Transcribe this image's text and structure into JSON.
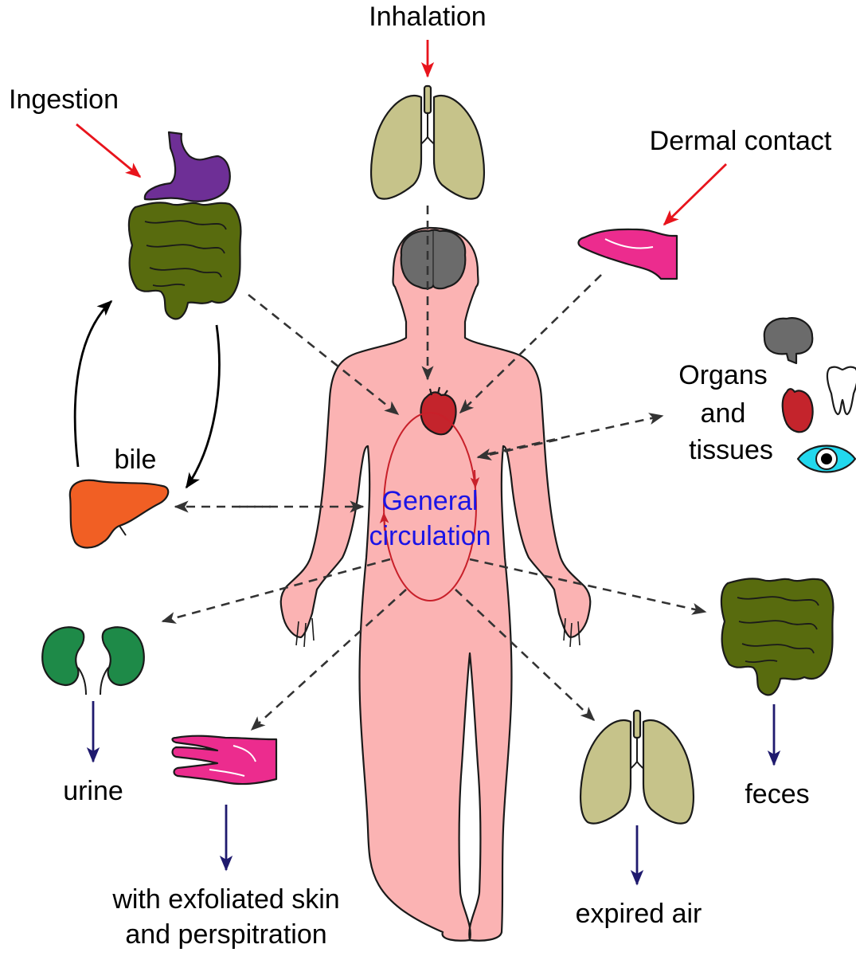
{
  "labels": {
    "inhalation": "Inhalation",
    "ingestion": "Ingestion",
    "dermal_contact": "Dermal contact",
    "organs_line1": "Organs",
    "organs_line2": "and",
    "organs_line3": "tissues",
    "bile": "bile",
    "general_line1": "General",
    "general_line2": "circulation",
    "urine": "urine",
    "skin_line1": "with exfoliated skin",
    "skin_line2": "and perspitration",
    "expired_air": "expired air",
    "feces": "feces"
  },
  "icons": [
    "lungs-icon",
    "stomach-icon",
    "intestine-icon",
    "hand-icon",
    "liver-icon",
    "kidneys-icon",
    "brain-icon",
    "heart-icon",
    "tooth-icon",
    "eye-icon",
    "human-body-icon"
  ],
  "colors": {
    "intake_arrow": "#e8141c",
    "excretion_arrow": "#1f1a6e",
    "flow_arrow": "#333333",
    "circulation_loop": "#c8202a",
    "circulation_text": "#1a14e6",
    "body": "#fbb3b3",
    "lungs": "#c6c38a",
    "intestine": "#586b0e",
    "stomach": "#6e2f96",
    "hand": "#ec2c8e",
    "liver": "#f15f24",
    "kidneys": "#1e8a48",
    "brain": "#6b6b6b",
    "heart": "#c4242c",
    "eye_iris": "#22d8ee"
  }
}
